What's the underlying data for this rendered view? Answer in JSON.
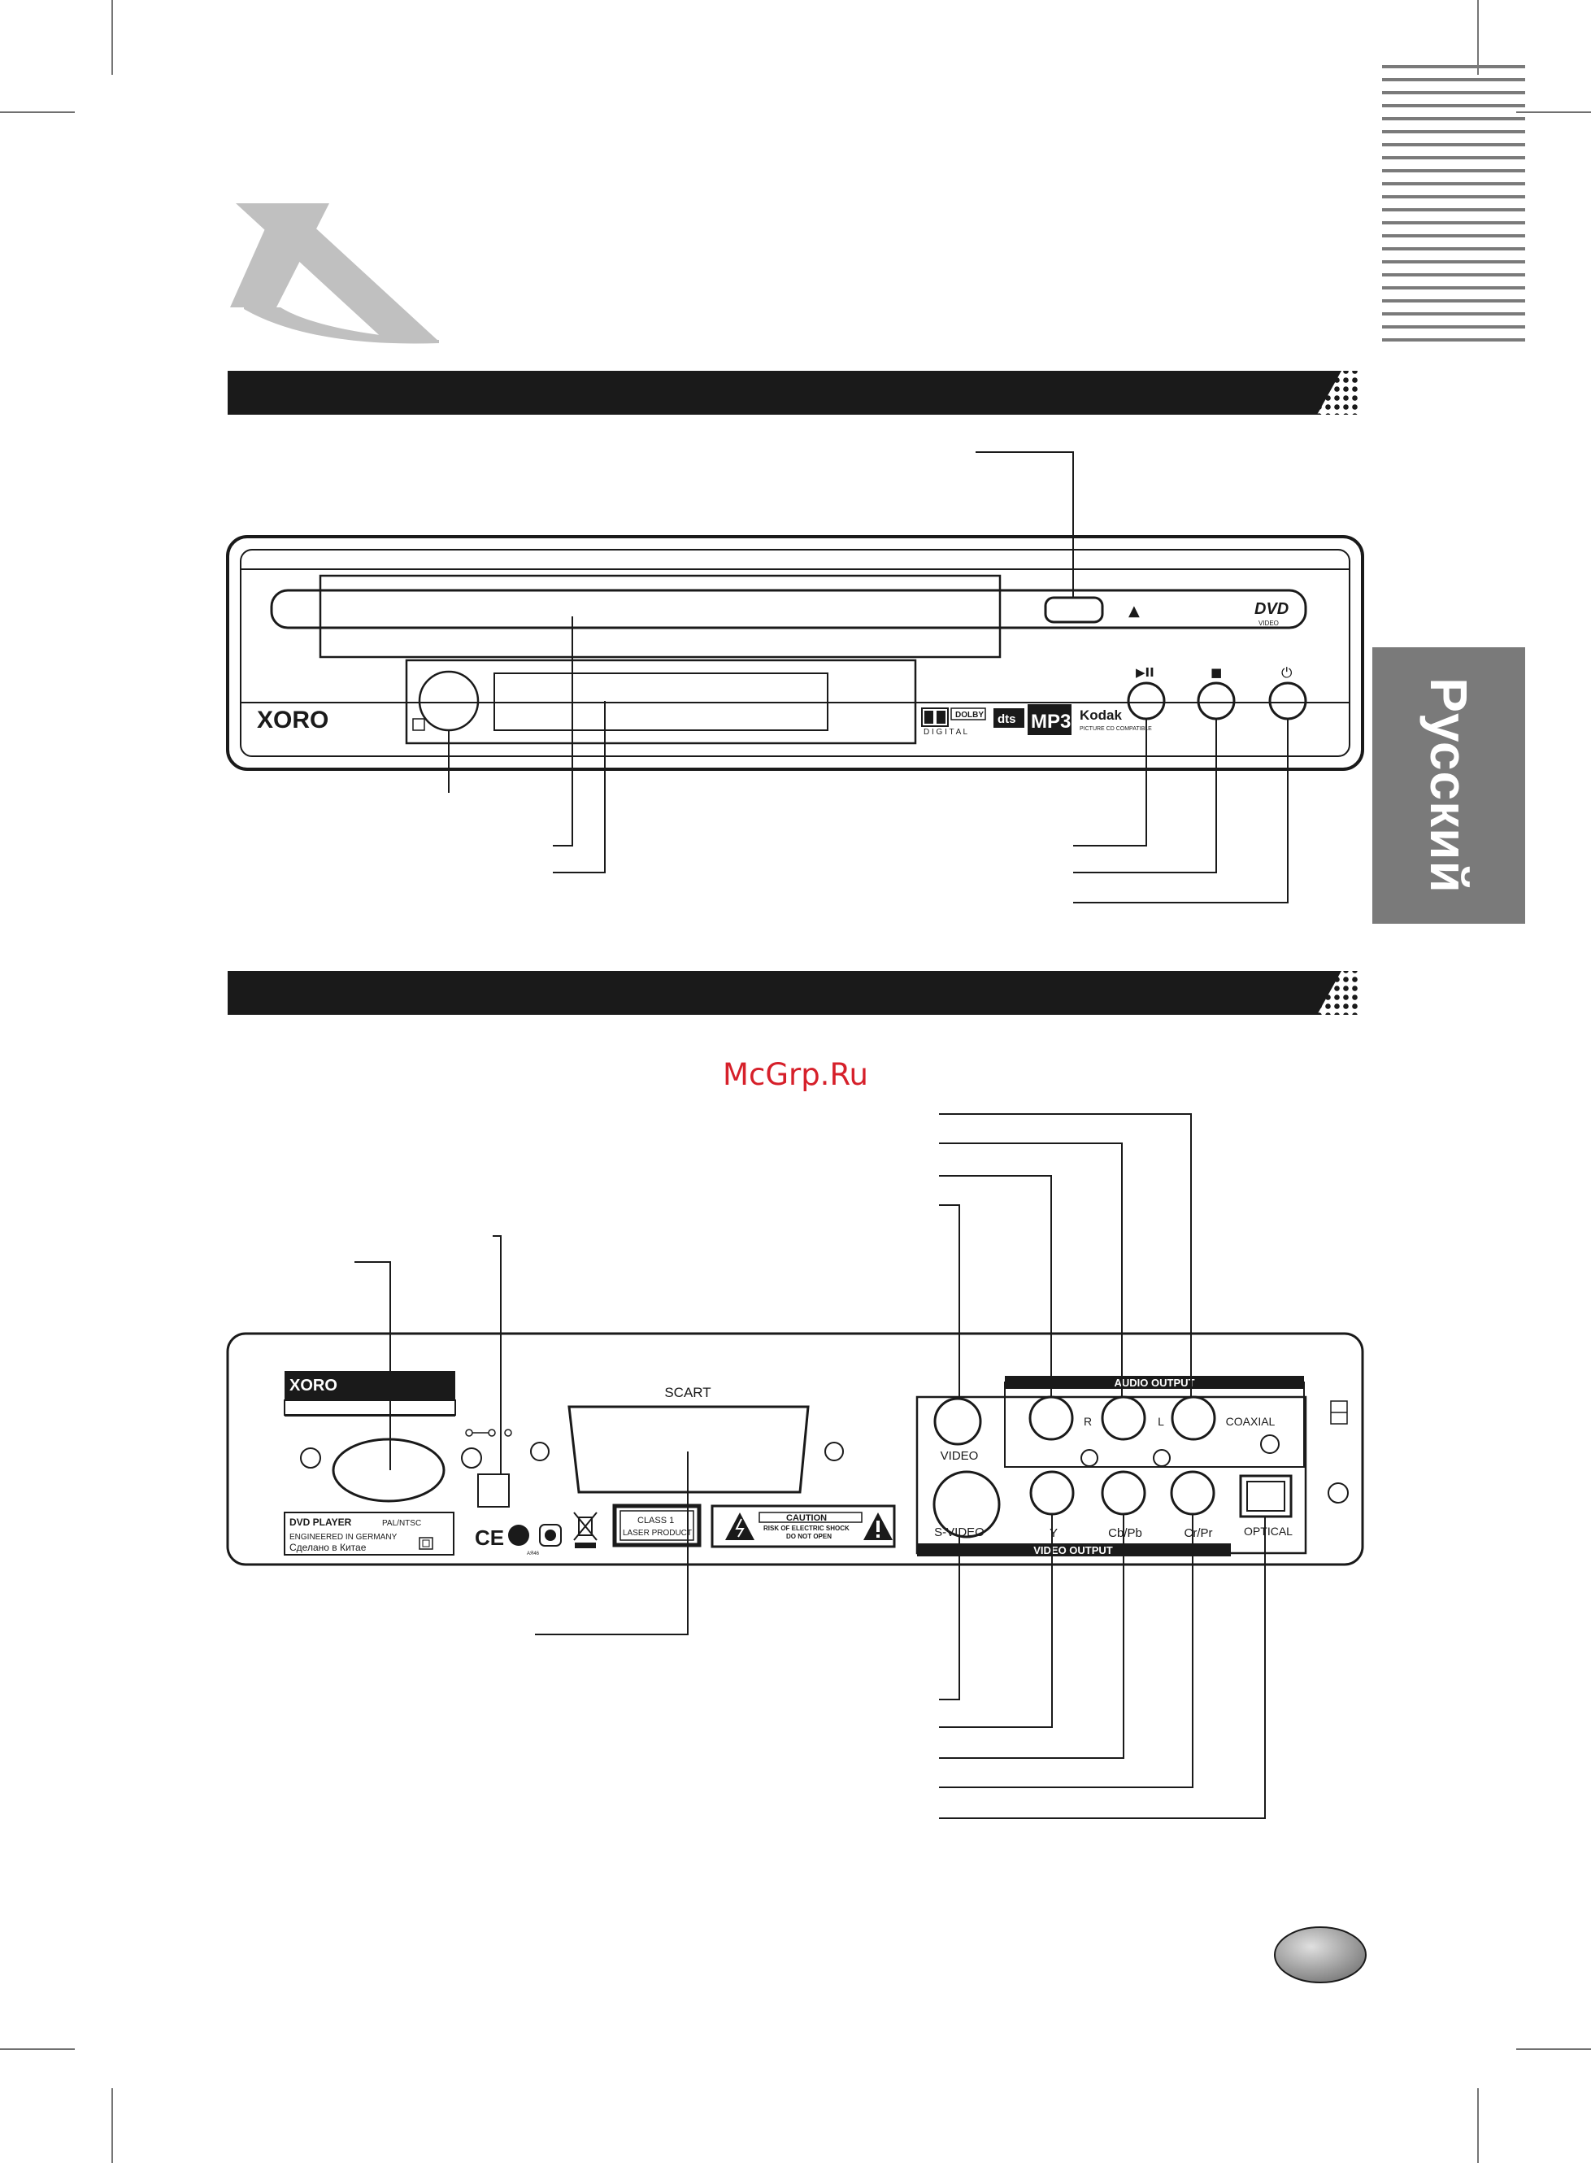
{
  "side_tab": {
    "language": "Русский"
  },
  "watermark": "McGrp.Ru",
  "front_panel": {
    "brand": "XORO",
    "eject_symbol": "▲",
    "dvd_logo": "DVD",
    "dvd_logo_sub": "VIDEO",
    "play_pause_symbol": "▶II",
    "stop_symbol": "■",
    "power_symbol": "⏻",
    "dolby_label": "DOLBY",
    "digital_label": "D I G I T A L",
    "dts_label": "dts",
    "mp3_label": "MP3",
    "kodak_label": "Kodak",
    "kodak_sub": "PICTURE CD COMPATIBLE"
  },
  "rear_panel": {
    "brand": "XORO",
    "scart_label": "SCART",
    "audio_output_label": "AUDIO OUTPUT",
    "video_output_label": "VIDEO OUTPUT",
    "video_label": "VIDEO",
    "svideo_label": "S-VIDEO",
    "r_label": "R",
    "l_label": "L",
    "coaxial_label": "COAXIAL",
    "y_label": "Y",
    "cb_label": "Cb/Pb",
    "cr_label": "Cr/Pr",
    "optical_label": "OPTICAL",
    "dvd_player_label": "DVD PLAYER",
    "pal_ntsc_label": "PAL/NTSC",
    "engineered_label": "ENGINEERED IN GERMANY",
    "made_in_label": "Сделано в Китае",
    "class1_label": "CLASS 1",
    "laser_product_label": "LASER PRODUCT",
    "caution_label": "CAUTION",
    "shock_label": "RISK OF ELECTRIC SHOCK",
    "do_not_open_label": "DO NOT OPEN",
    "ce_label": "CE"
  },
  "colors": {
    "ink": "#1a1a1a",
    "side_tab": "#7a7a7a",
    "logo_grey": "#c0c0c0",
    "watermark_red": "#d6202a",
    "page_oval": "#8a8a8a"
  }
}
